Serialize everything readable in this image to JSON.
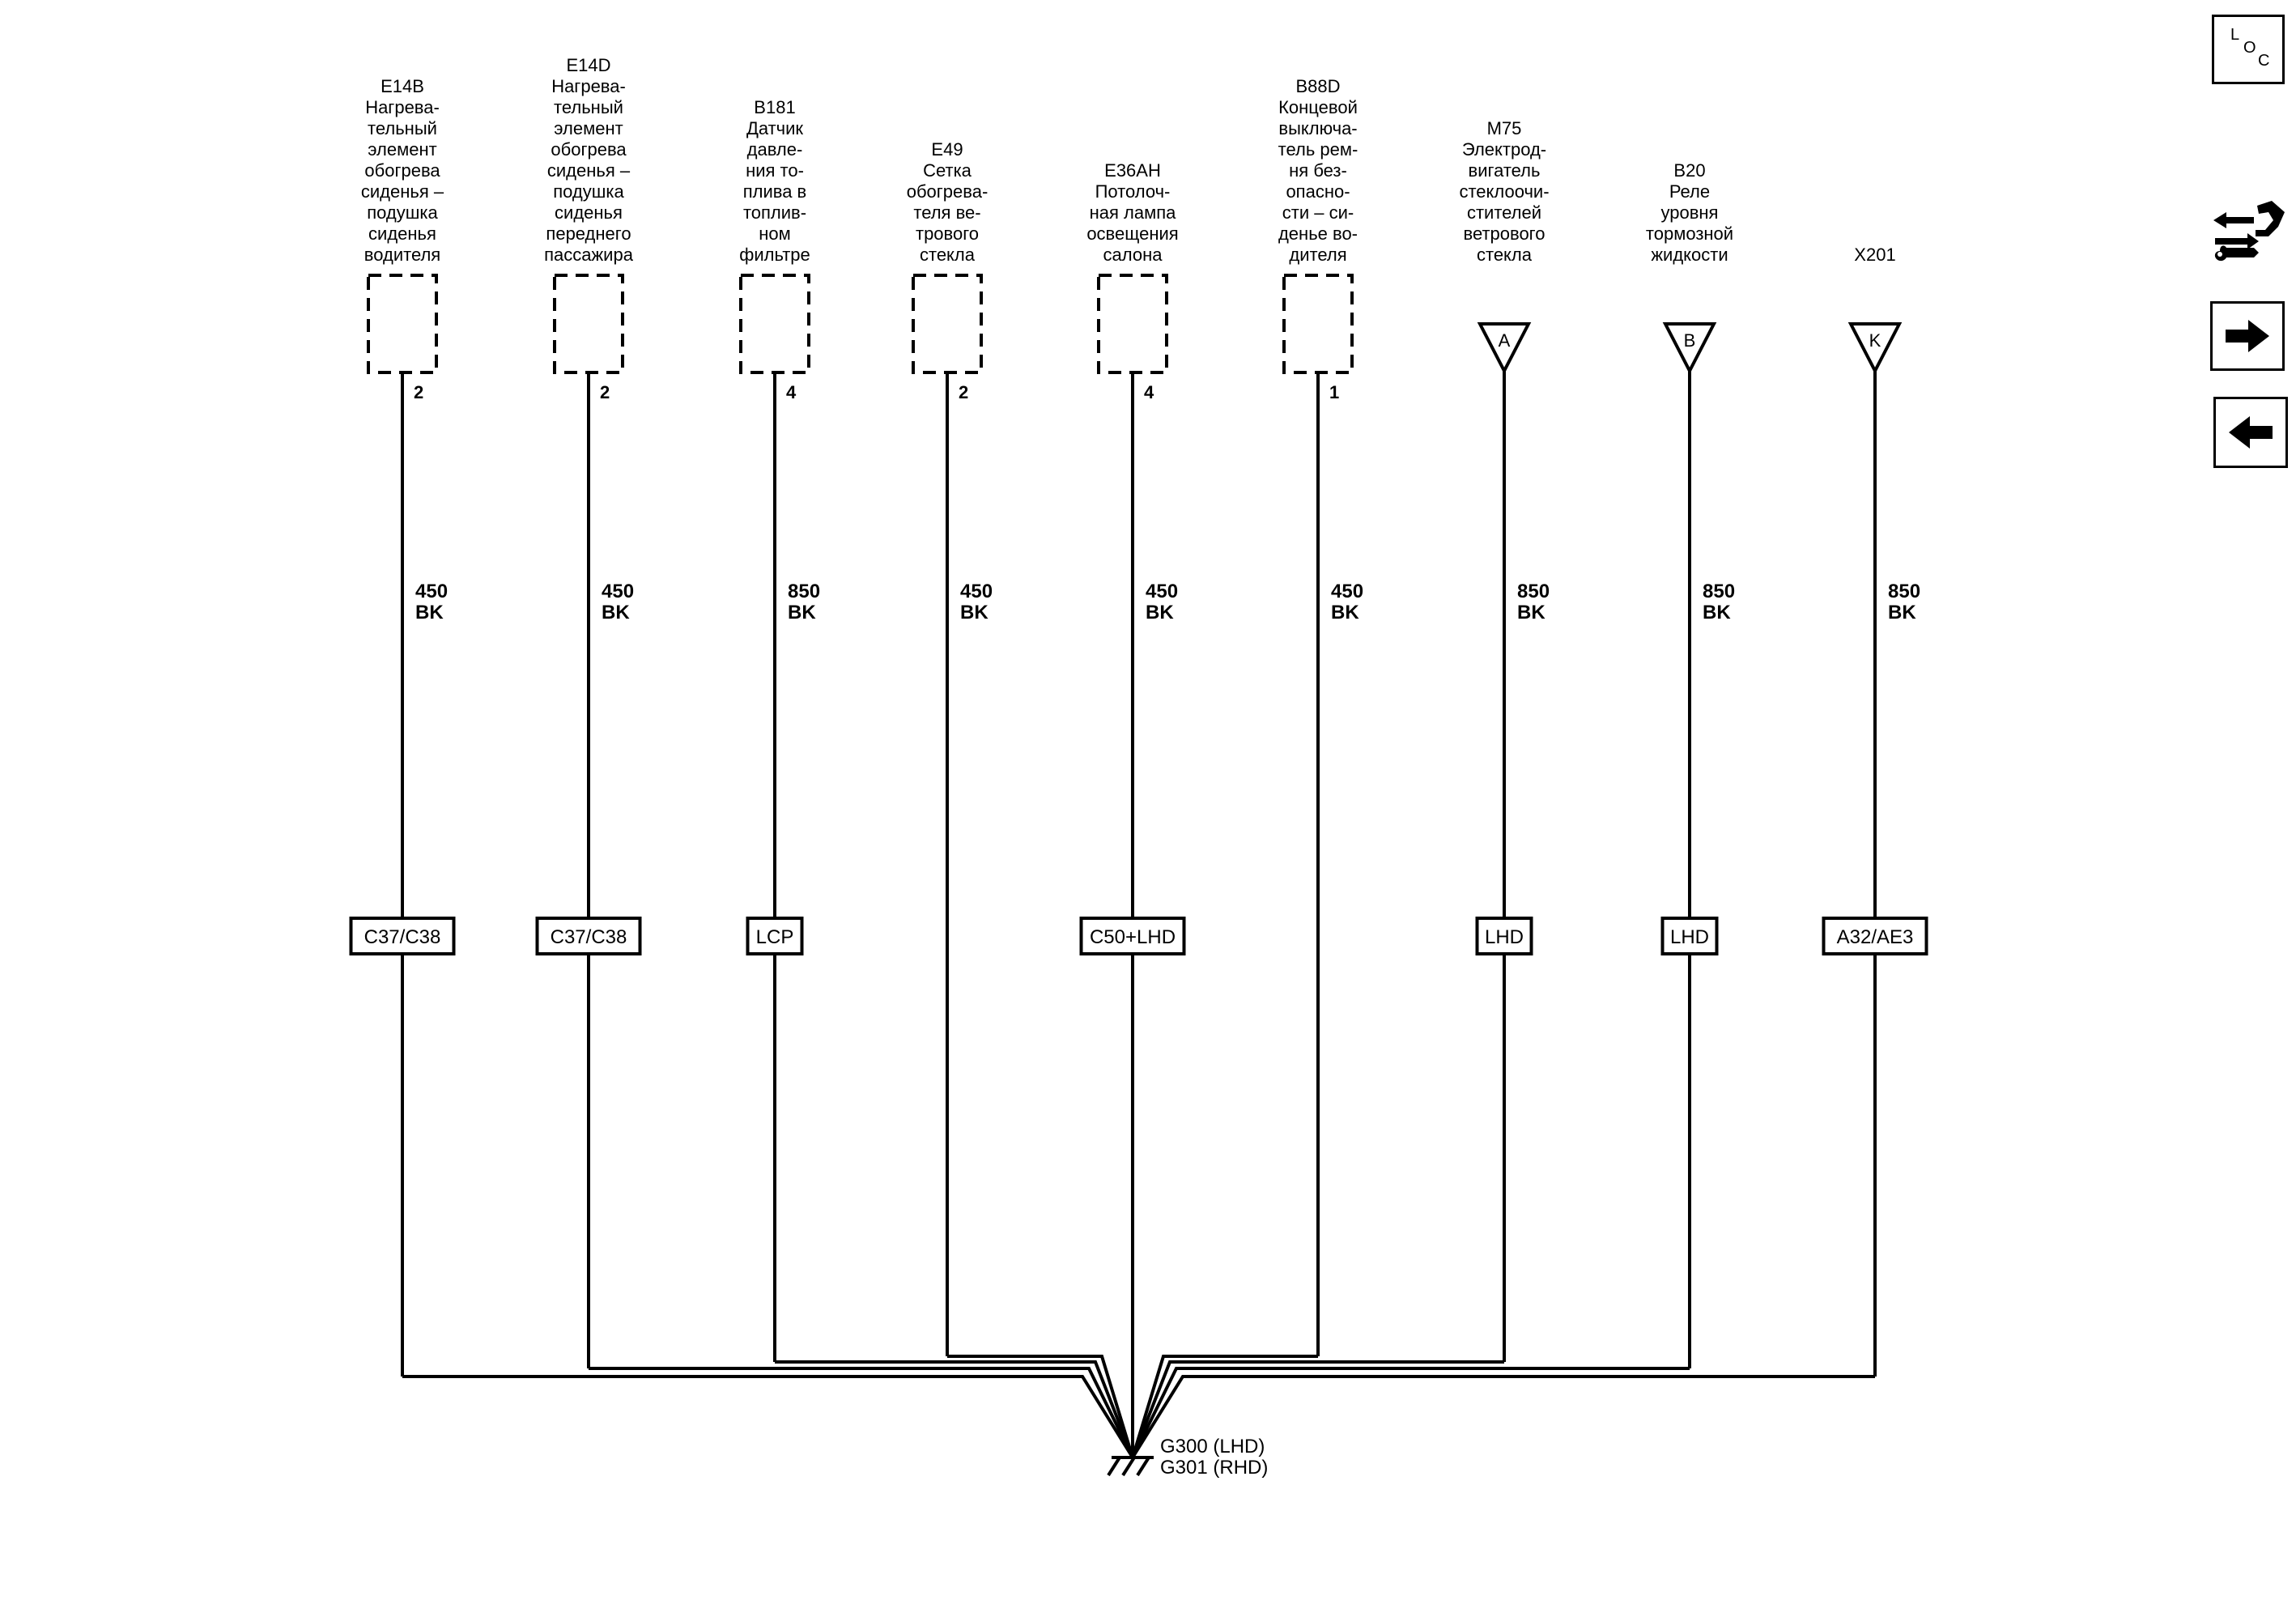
{
  "components": [
    {
      "id": "E14B",
      "lines": [
        "E14B",
        "Нагрева-",
        "тельный",
        "элемент",
        "обогрева",
        "сиденья –",
        "подушка",
        "сиденья",
        "водителя"
      ],
      "kind": "box",
      "pin": "2",
      "wire_gauge": "450",
      "wire_color": "BK",
      "option": "C37/C38"
    },
    {
      "id": "E14D",
      "lines": [
        "E14D",
        "Нагрева-",
        "тельный",
        "элемент",
        "обогрева",
        "сиденья –",
        "подушка",
        "сиденья",
        "переднего",
        "пассажира"
      ],
      "kind": "box",
      "pin": "2",
      "wire_gauge": "450",
      "wire_color": "BK",
      "option": "C37/C38"
    },
    {
      "id": "B181",
      "lines": [
        "B181",
        "Датчик",
        "давле-",
        "ния то-",
        "плива в",
        "топлив-",
        "ном",
        "фильтре"
      ],
      "kind": "box",
      "pin": "4",
      "wire_gauge": "850",
      "wire_color": "BK",
      "option": "LCP"
    },
    {
      "id": "E49",
      "lines": [
        "E49",
        "Сетка",
        "обогрева-",
        "теля ве-",
        "трового",
        "стекла"
      ],
      "kind": "box",
      "pin": "2",
      "wire_gauge": "450",
      "wire_color": "BK",
      "option": ""
    },
    {
      "id": "E36AH",
      "lines": [
        "E36AH",
        "Потолоч-",
        "ная лампа",
        "освещения",
        "салона"
      ],
      "kind": "box",
      "pin": "4",
      "wire_gauge": "450",
      "wire_color": "BK",
      "option": "C50+LHD"
    },
    {
      "id": "B88D",
      "lines": [
        "B88D",
        "Концевой",
        "выключа-",
        "тель рем-",
        "ня без-",
        "опасно-",
        "сти – си-",
        "денье во-",
        "дителя"
      ],
      "kind": "box",
      "pin": "1",
      "wire_gauge": "450",
      "wire_color": "BK",
      "option": ""
    },
    {
      "id": "M75",
      "lines": [
        "M75",
        "Электрод-",
        "вигатель",
        "стеклоочи-",
        "стителей",
        "ветрового",
        "стекла"
      ],
      "kind": "triangle",
      "pin": "A",
      "wire_gauge": "850",
      "wire_color": "BK",
      "option": "LHD"
    },
    {
      "id": "B20",
      "lines": [
        "B20",
        "Реле",
        "уровня",
        "тормозной",
        "жидкости"
      ],
      "kind": "triangle",
      "pin": "B",
      "wire_gauge": "850",
      "wire_color": "BK",
      "option": "LHD"
    },
    {
      "id": "X201",
      "lines": [
        "X201"
      ],
      "kind": "triangle",
      "pin": "K",
      "wire_gauge": "850",
      "wire_color": "BK",
      "option": "A32/AE3"
    }
  ],
  "ground": {
    "line1": "G300 (LHD)",
    "line2": "G301 (RHD)"
  },
  "nav": {
    "loc_letters": [
      "L",
      "O",
      "C"
    ],
    "tool_icon": "connector-tool-icon",
    "next_icon": "arrow-right-icon",
    "prev_icon": "arrow-left-icon"
  },
  "colors": {
    "line": "#000000",
    "background": "#ffffff"
  }
}
